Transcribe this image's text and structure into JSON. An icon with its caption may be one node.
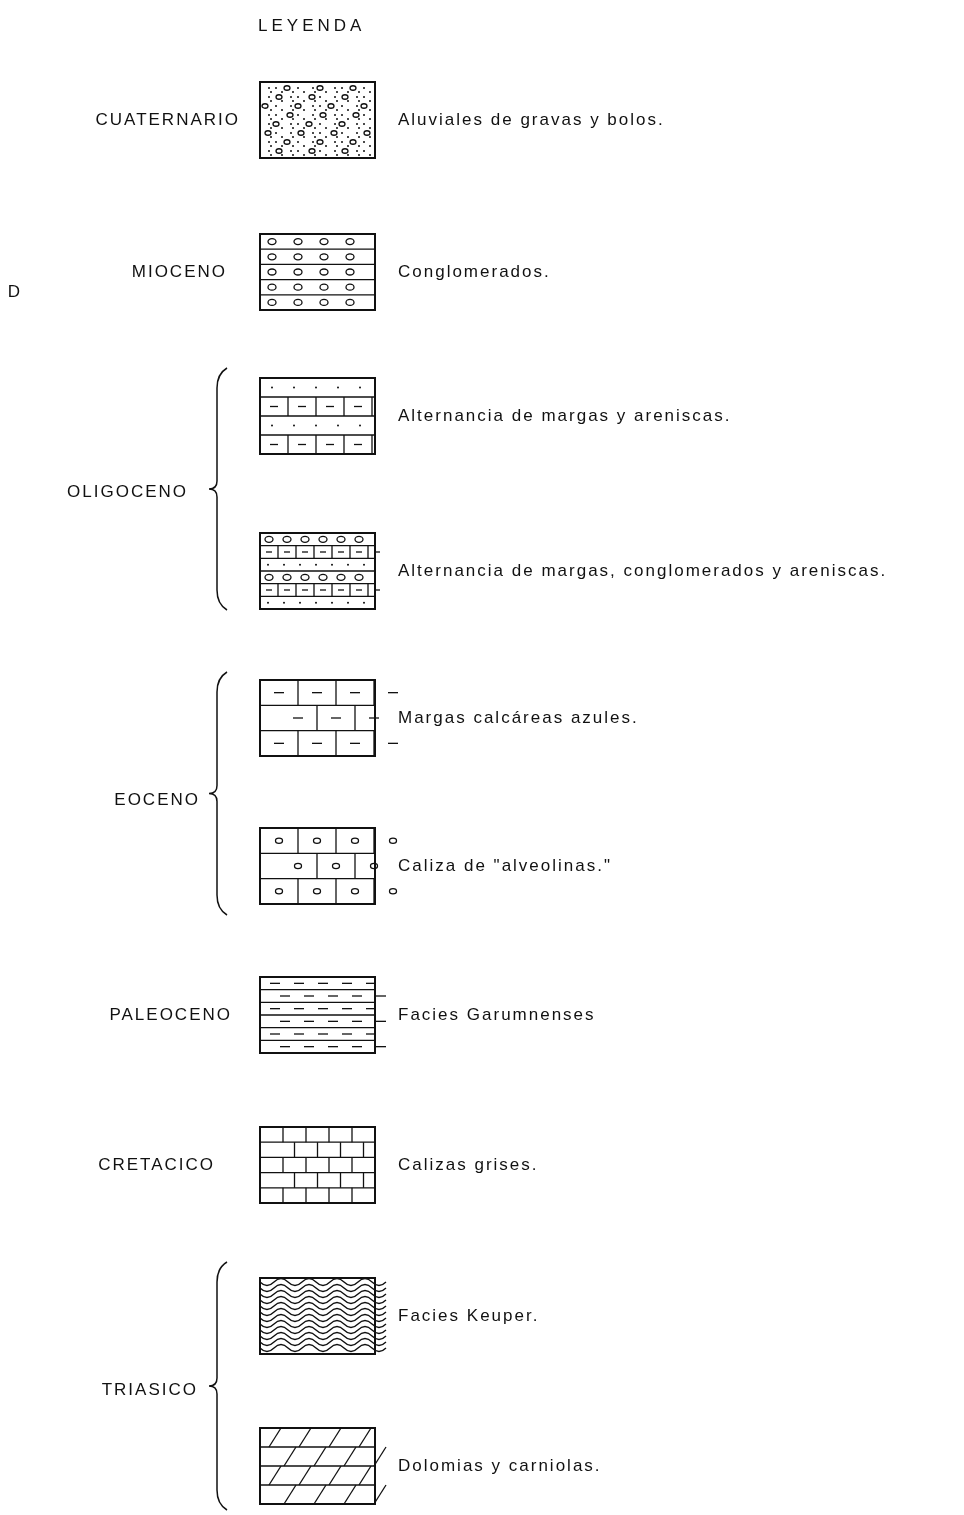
{
  "diagram": {
    "title": "LEYENDA",
    "labels": [
      "CUATERNARIO",
      "MIOCENO",
      "D",
      "OLIGOCENO",
      "EOCENO",
      "PALEOCENO",
      "CRETACICO",
      "TRIASICO"
    ],
    "legend": [
      {
        "text": "Aluviales de gravas y bolos."
      },
      {
        "text": "Conglomerados."
      },
      {
        "text": "Alternancia de margas y areniscas."
      },
      {
        "text": "Alternancia de margas, conglomerados y areniscas."
      },
      {
        "text": "Margas calcáreas azules."
      },
      {
        "text": "Caliza de \"alveolinas.\""
      },
      {
        "text": "Facies Garumnenses"
      },
      {
        "text": "Calizas grises."
      },
      {
        "text": "Facies Keuper."
      },
      {
        "text": "Dolomias y carniolas."
      }
    ]
  }
}
